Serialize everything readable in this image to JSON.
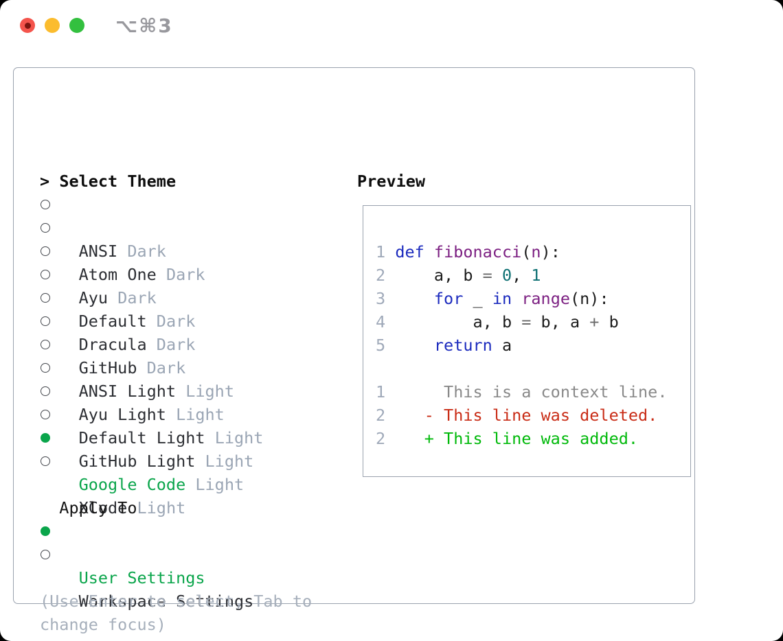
{
  "titlebar": {
    "title": "⌥⌘3",
    "buttons": [
      {
        "name": "close"
      },
      {
        "name": "minimize"
      },
      {
        "name": "zoom"
      }
    ]
  },
  "picker": {
    "prompt": ">",
    "title": "Select Theme",
    "themes": [
      {
        "name": "ANSI",
        "variant": "Dark",
        "selected": false
      },
      {
        "name": "Atom One",
        "variant": "Dark",
        "selected": false
      },
      {
        "name": "Ayu",
        "variant": "Dark",
        "selected": false
      },
      {
        "name": "Default",
        "variant": "Dark",
        "selected": false
      },
      {
        "name": "Dracula",
        "variant": "Dark",
        "selected": false
      },
      {
        "name": "GitHub",
        "variant": "Dark",
        "selected": false
      },
      {
        "name": "ANSI Light",
        "variant": "Light",
        "selected": false
      },
      {
        "name": "Ayu Light",
        "variant": "Light",
        "selected": false
      },
      {
        "name": "Default Light",
        "variant": "Light",
        "selected": false
      },
      {
        "name": "GitHub Light",
        "variant": "Light",
        "selected": false
      },
      {
        "name": "Google Code",
        "variant": "Light",
        "selected": true
      },
      {
        "name": "XCode",
        "variant": "Light",
        "selected": false
      }
    ],
    "apply_to": {
      "title": "Apply To",
      "options": [
        {
          "label": "User Settings",
          "selected": true
        },
        {
          "label": "Workspace Settings",
          "selected": false
        }
      ]
    },
    "hint_line1": "(Use Enter to select, Tab to",
    "hint_line2": "change focus)"
  },
  "preview": {
    "title": "Preview",
    "code_lines": [
      {
        "num": "1",
        "tokens": [
          [
            "def",
            "kw"
          ],
          [
            " ",
            "pl"
          ],
          [
            "fibonacci",
            "fn"
          ],
          [
            "(",
            "pl"
          ],
          [
            "n",
            "fn"
          ],
          [
            "):",
            "pl"
          ]
        ]
      },
      {
        "num": "2",
        "tokens": [
          [
            "    a, b ",
            "pl"
          ],
          [
            "=",
            "op"
          ],
          [
            " ",
            "pl"
          ],
          [
            "0",
            "lit"
          ],
          [
            ", ",
            "pl"
          ],
          [
            "1",
            "lit"
          ]
        ]
      },
      {
        "num": "3",
        "tokens": [
          [
            "    ",
            "pl"
          ],
          [
            "for",
            "kw"
          ],
          [
            " _ ",
            "pl"
          ],
          [
            "in",
            "kw"
          ],
          [
            " ",
            "pl"
          ],
          [
            "range",
            "fn"
          ],
          [
            "(n):",
            "pl"
          ]
        ]
      },
      {
        "num": "4",
        "tokens": [
          [
            "        a, b ",
            "pl"
          ],
          [
            "=",
            "op"
          ],
          [
            " b, a ",
            "pl"
          ],
          [
            "+",
            "op"
          ],
          [
            " b",
            "pl"
          ]
        ]
      },
      {
        "num": "5",
        "tokens": [
          [
            "    ",
            "pl"
          ],
          [
            "return",
            "kw"
          ],
          [
            " a",
            "pl"
          ]
        ]
      },
      {
        "num": "",
        "tokens": []
      },
      {
        "num": "1",
        "tokens": [
          [
            "     This is a context line.",
            "ctx"
          ]
        ]
      },
      {
        "num": "2",
        "tokens": [
          [
            "   - This line was deleted.",
            "del"
          ]
        ]
      },
      {
        "num": "2",
        "tokens": [
          [
            "   + This line was added.",
            "add"
          ]
        ]
      }
    ],
    "token_colors": {
      "kw": "#1c2bbe",
      "fn": "#7c2082",
      "lit": "#0c6f72",
      "pl": "#1b1b1b",
      "op": "#6b6b6b",
      "ctx": "#898989",
      "del": "#c92c16",
      "add": "#00b90a"
    }
  },
  "colors": {
    "accent_green": "#0aa54b",
    "ink": "#2c2e33",
    "muted": "#9aa5b4",
    "hint": "#a6afbb",
    "border": "#99a1ad",
    "line_number": "#9fa9b9",
    "traffic_red": "#f4544c",
    "traffic_red_dot": "#7c150f",
    "traffic_yellow": "#fbbc2e",
    "traffic_green": "#33c03f",
    "title_gray": "#98989d"
  }
}
